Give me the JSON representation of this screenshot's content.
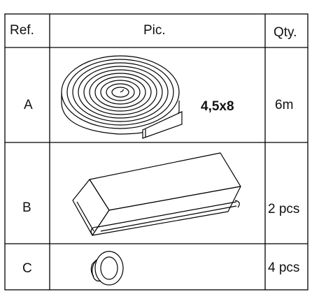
{
  "table": {
    "headers": {
      "ref": "Ref.",
      "pic": "Pic.",
      "qty": "Qty."
    },
    "rows": [
      {
        "ref": "A",
        "dimension": "4,5x8",
        "qty": "6m",
        "icon": "tape-roll-icon"
      },
      {
        "ref": "B",
        "dimension": "",
        "qty": "2 pcs",
        "icon": "profile-channel-icon"
      },
      {
        "ref": "C",
        "dimension": "",
        "qty": "4 pcs",
        "icon": "grommet-icon"
      }
    ]
  }
}
